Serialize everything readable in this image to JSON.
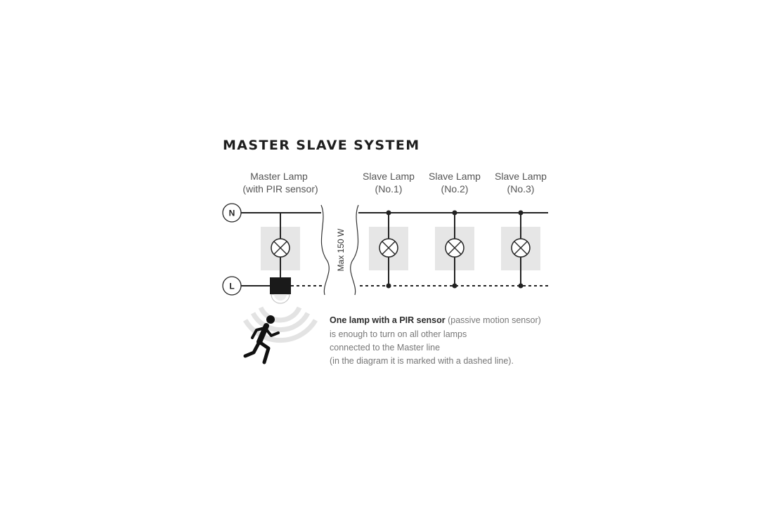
{
  "title": "MASTER SLAVE SYSTEM",
  "master_label": [
    "Master Lamp",
    "(with PIR sensor)"
  ],
  "slave_labels": [
    [
      "Slave Lamp",
      "(No.1)"
    ],
    [
      "Slave Lamp",
      "(No.2)"
    ],
    [
      "Slave Lamp",
      "(No.3)"
    ]
  ],
  "terminals": {
    "neutral": "N",
    "live": "L"
  },
  "max_power": "Max 150 W",
  "note": {
    "bold": "One lamp with a PIR sensor",
    "rest": " (passive motion sensor)",
    "lines": [
      "is enough to turn on all other lamps",
      "connected to the Master line",
      "(in the diagram it is marked with a dashed line)."
    ]
  },
  "icons": [
    "lamp-icon",
    "pir-sensor-icon",
    "motion-waves-icon",
    "running-person-icon"
  ],
  "colors": {
    "wire": "#222222",
    "lamp_box": "#e6e6e6",
    "sensor": "#1a1a1a",
    "waves": "#e3e3e3"
  }
}
